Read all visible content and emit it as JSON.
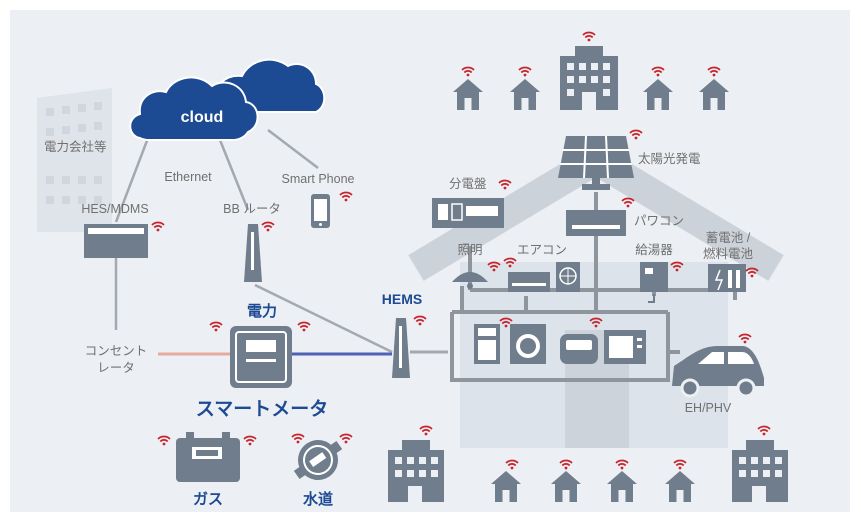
{
  "labels": {
    "cloud": "cloud",
    "ethernet": "Ethernet",
    "smartphone": "Smart Phone",
    "utility": "電力会社等",
    "hes": "HES/MDMS",
    "router": "BB ルータ",
    "hems": "HEMS",
    "electric": "電力",
    "smart_meter": "スマートメータ",
    "gas": "ガス",
    "water": "水道",
    "concentrator_1": "コンセント",
    "concentrator_2": "レータ",
    "distribution_board": "分電盤",
    "solar": "太陽光発電",
    "power_conditioner": "パワコン",
    "lighting": "照明",
    "aircon": "エアコン",
    "water_heater": "給湯器",
    "battery_1": "蓄電池 /",
    "battery_2": "燃料電池",
    "ev": "EH/PHV"
  },
  "colors": {
    "panel_bg": "#eceff3",
    "device_gray": "#6f7d8c",
    "building_light": "#dde3ea",
    "house_outline": "#ccd2d9",
    "cloud_blue": "#1c4a93",
    "wifi_red": "#c8242c",
    "link_pink": "#e8a9a0",
    "link_blue": "#4e63b5",
    "line_gray": "#a3a9b0"
  },
  "icons": [
    "wifi-icon",
    "cloud-icon",
    "house-icon",
    "building-icon",
    "smartphone-icon",
    "router-icon",
    "smart-meter-icon",
    "gas-meter-icon",
    "water-meter-icon",
    "solar-panel-icon",
    "car-icon"
  ]
}
